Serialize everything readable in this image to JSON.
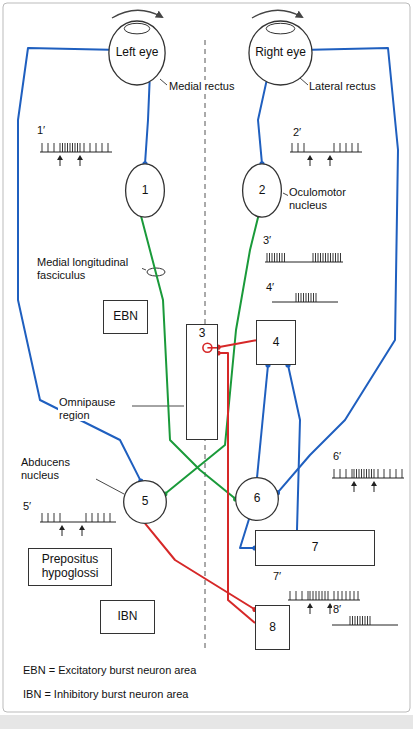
{
  "diagram": {
    "nodes": [
      {
        "text": [
          "Left eye"
        ]
      },
      {
        "text": [
          "Right eye"
        ]
      },
      {
        "text": [
          "1"
        ]
      },
      {
        "text": [
          "2"
        ]
      },
      {
        "text": [
          "3"
        ]
      },
      {
        "text": [
          "EBN"
        ]
      },
      {
        "text": [
          "4"
        ]
      },
      {
        "text": [
          "5"
        ]
      },
      {
        "text": [
          "6"
        ]
      },
      {
        "text": [
          "Prepositus hypoglossi"
        ]
      },
      {
        "text": [
          "7"
        ]
      },
      {
        "text": [
          "IBN"
        ]
      },
      {
        "text": [
          "8"
        ]
      }
    ],
    "edges": [
      {
        "from": 2,
        "to": 0,
        "arrow": "none"
      },
      {
        "from": 7,
        "to": 0,
        "arrow": "none"
      },
      {
        "from": 3,
        "to": 1,
        "arrow": "none"
      },
      {
        "from": 8,
        "to": 1,
        "arrow": "none"
      },
      {
        "from": 8,
        "to": 2,
        "arrow": "none"
      },
      {
        "from": 7,
        "to": 3,
        "arrow": "none"
      },
      {
        "from": 4,
        "to": 6,
        "arrow": "none"
      },
      {
        "from": 4,
        "to": 12,
        "arrow": "none"
      },
      {
        "from": 6,
        "to": 8,
        "arrow": "none"
      },
      {
        "from": 6,
        "to": 10,
        "arrow": "none"
      },
      {
        "from": 10,
        "to": 8,
        "arrow": "none"
      },
      {
        "from": 12,
        "to": 7,
        "arrow": "none"
      }
    ],
    "labels": [
      "Medial rectus",
      "Lateral rectus",
      "1′",
      "2′",
      "Oculomotor nucleus",
      "3′",
      "Medial longitudinal fasciculus",
      "4′",
      "Omnipause region",
      "Abducens nucleus",
      "5′",
      "6′",
      "7′",
      "8′",
      "EBN = Excitatory burst neuron area",
      "IBN = Inhibitory burst neuron area"
    ]
  }
}
